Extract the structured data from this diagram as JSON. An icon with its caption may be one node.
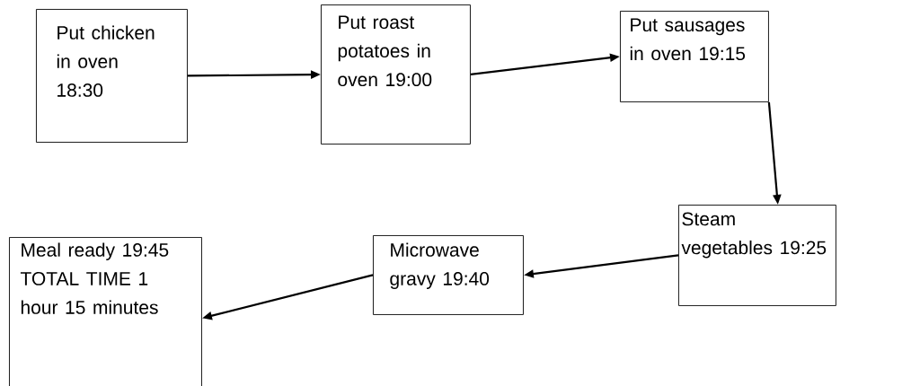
{
  "diagram": {
    "nodes": [
      {
        "text": [
          "Put chicken in oven 18:30"
        ]
      },
      {
        "text": [
          "Put roast potatoes in oven 19:00"
        ]
      },
      {
        "text": [
          "Put sausages in oven 19:15"
        ]
      },
      {
        "text": [
          "Steam vegetables 19:25"
        ]
      },
      {
        "text": [
          "Microwave gravy 19:40"
        ]
      },
      {
        "text": [
          "Meal ready 19:45",
          "TOTAL TIME 1 hour 15 minutes"
        ]
      }
    ],
    "edges": [
      {
        "from": 0,
        "to": 1,
        "arrow": "to"
      },
      {
        "from": 1,
        "to": 2,
        "arrow": "to"
      },
      {
        "from": 2,
        "to": 3,
        "arrow": "to"
      },
      {
        "from": 3,
        "to": 4,
        "arrow": "to"
      },
      {
        "from": 4,
        "to": 5,
        "arrow": "to"
      }
    ]
  }
}
